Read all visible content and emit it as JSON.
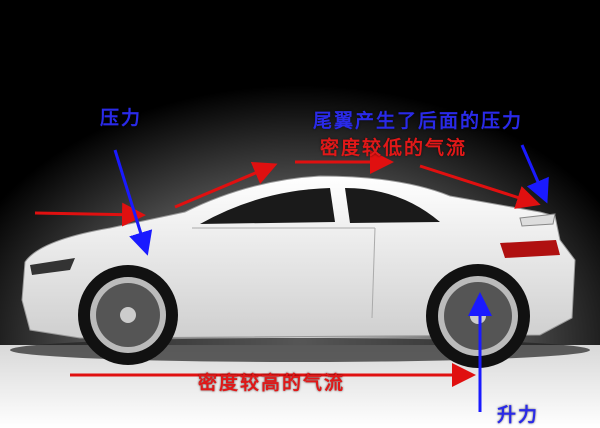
{
  "labels": {
    "front_pressure": "压力",
    "spoiler_pressure": "尾翼产生了后面的压力",
    "low_density_flow": "密度较低的气流",
    "high_density_flow": "密度较高的气流",
    "lift": "升力"
  },
  "colors": {
    "pressure_arrow": "#1a1aff",
    "airflow_arrow": "#e01010",
    "background": "#000000",
    "car": "#f2f2f2"
  }
}
